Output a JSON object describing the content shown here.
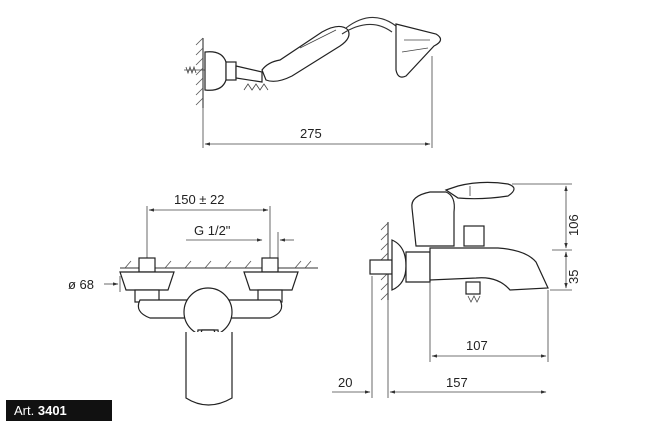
{
  "article": {
    "prefix": "Art.",
    "number": "3401"
  },
  "dimensions": {
    "hand_shower_length": "275",
    "center_distance": "150 ± 22",
    "inlet_thread": "G 1/2\"",
    "flange_diameter": "ø 68",
    "body_height": "106",
    "spout_height": "35",
    "spout_projection": "107",
    "wall_offset": "20",
    "total_projection": "157"
  }
}
